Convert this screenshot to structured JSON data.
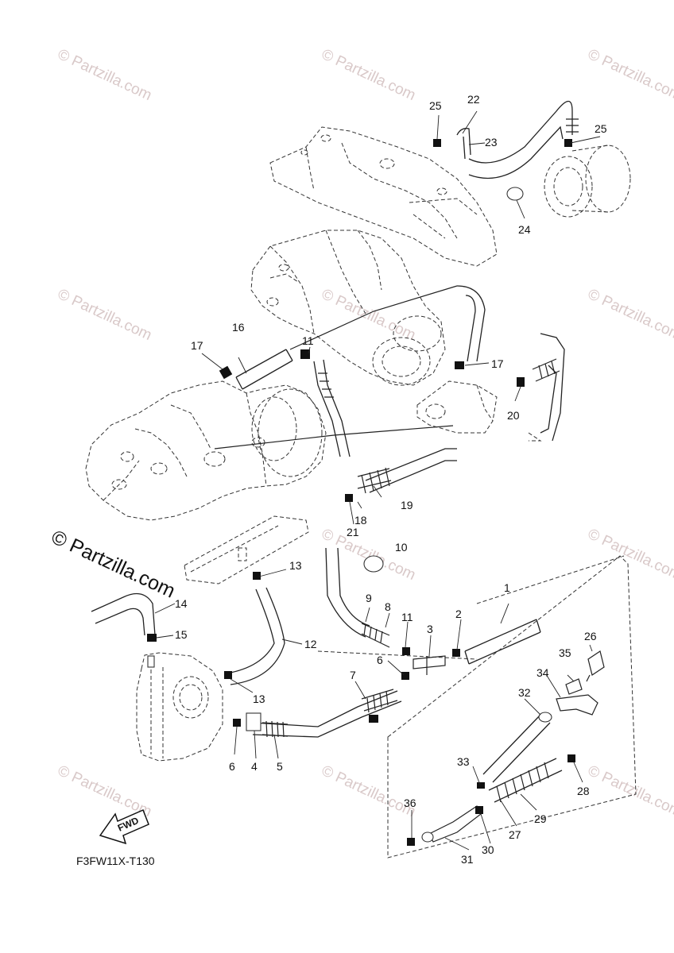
{
  "watermark": {
    "text": "© Partzilla.com",
    "brand_text": "© Partzilla.com"
  },
  "diagram_code": "F3FW11X-T130",
  "fwd_label": "FWD",
  "callouts": [
    "1",
    "2",
    "3",
    "4",
    "5",
    "6",
    "7",
    "8",
    "9",
    "10",
    "11",
    "12",
    "13",
    "14",
    "15",
    "16",
    "17",
    "18",
    "19",
    "20",
    "21",
    "22",
    "23",
    "24",
    "25",
    "26",
    "27",
    "28",
    "29",
    "30",
    "31",
    "32",
    "33",
    "34",
    "35",
    "36"
  ],
  "colors": {
    "line": "#222222",
    "watermark": "#d9c9c9",
    "background": "#ffffff"
  }
}
